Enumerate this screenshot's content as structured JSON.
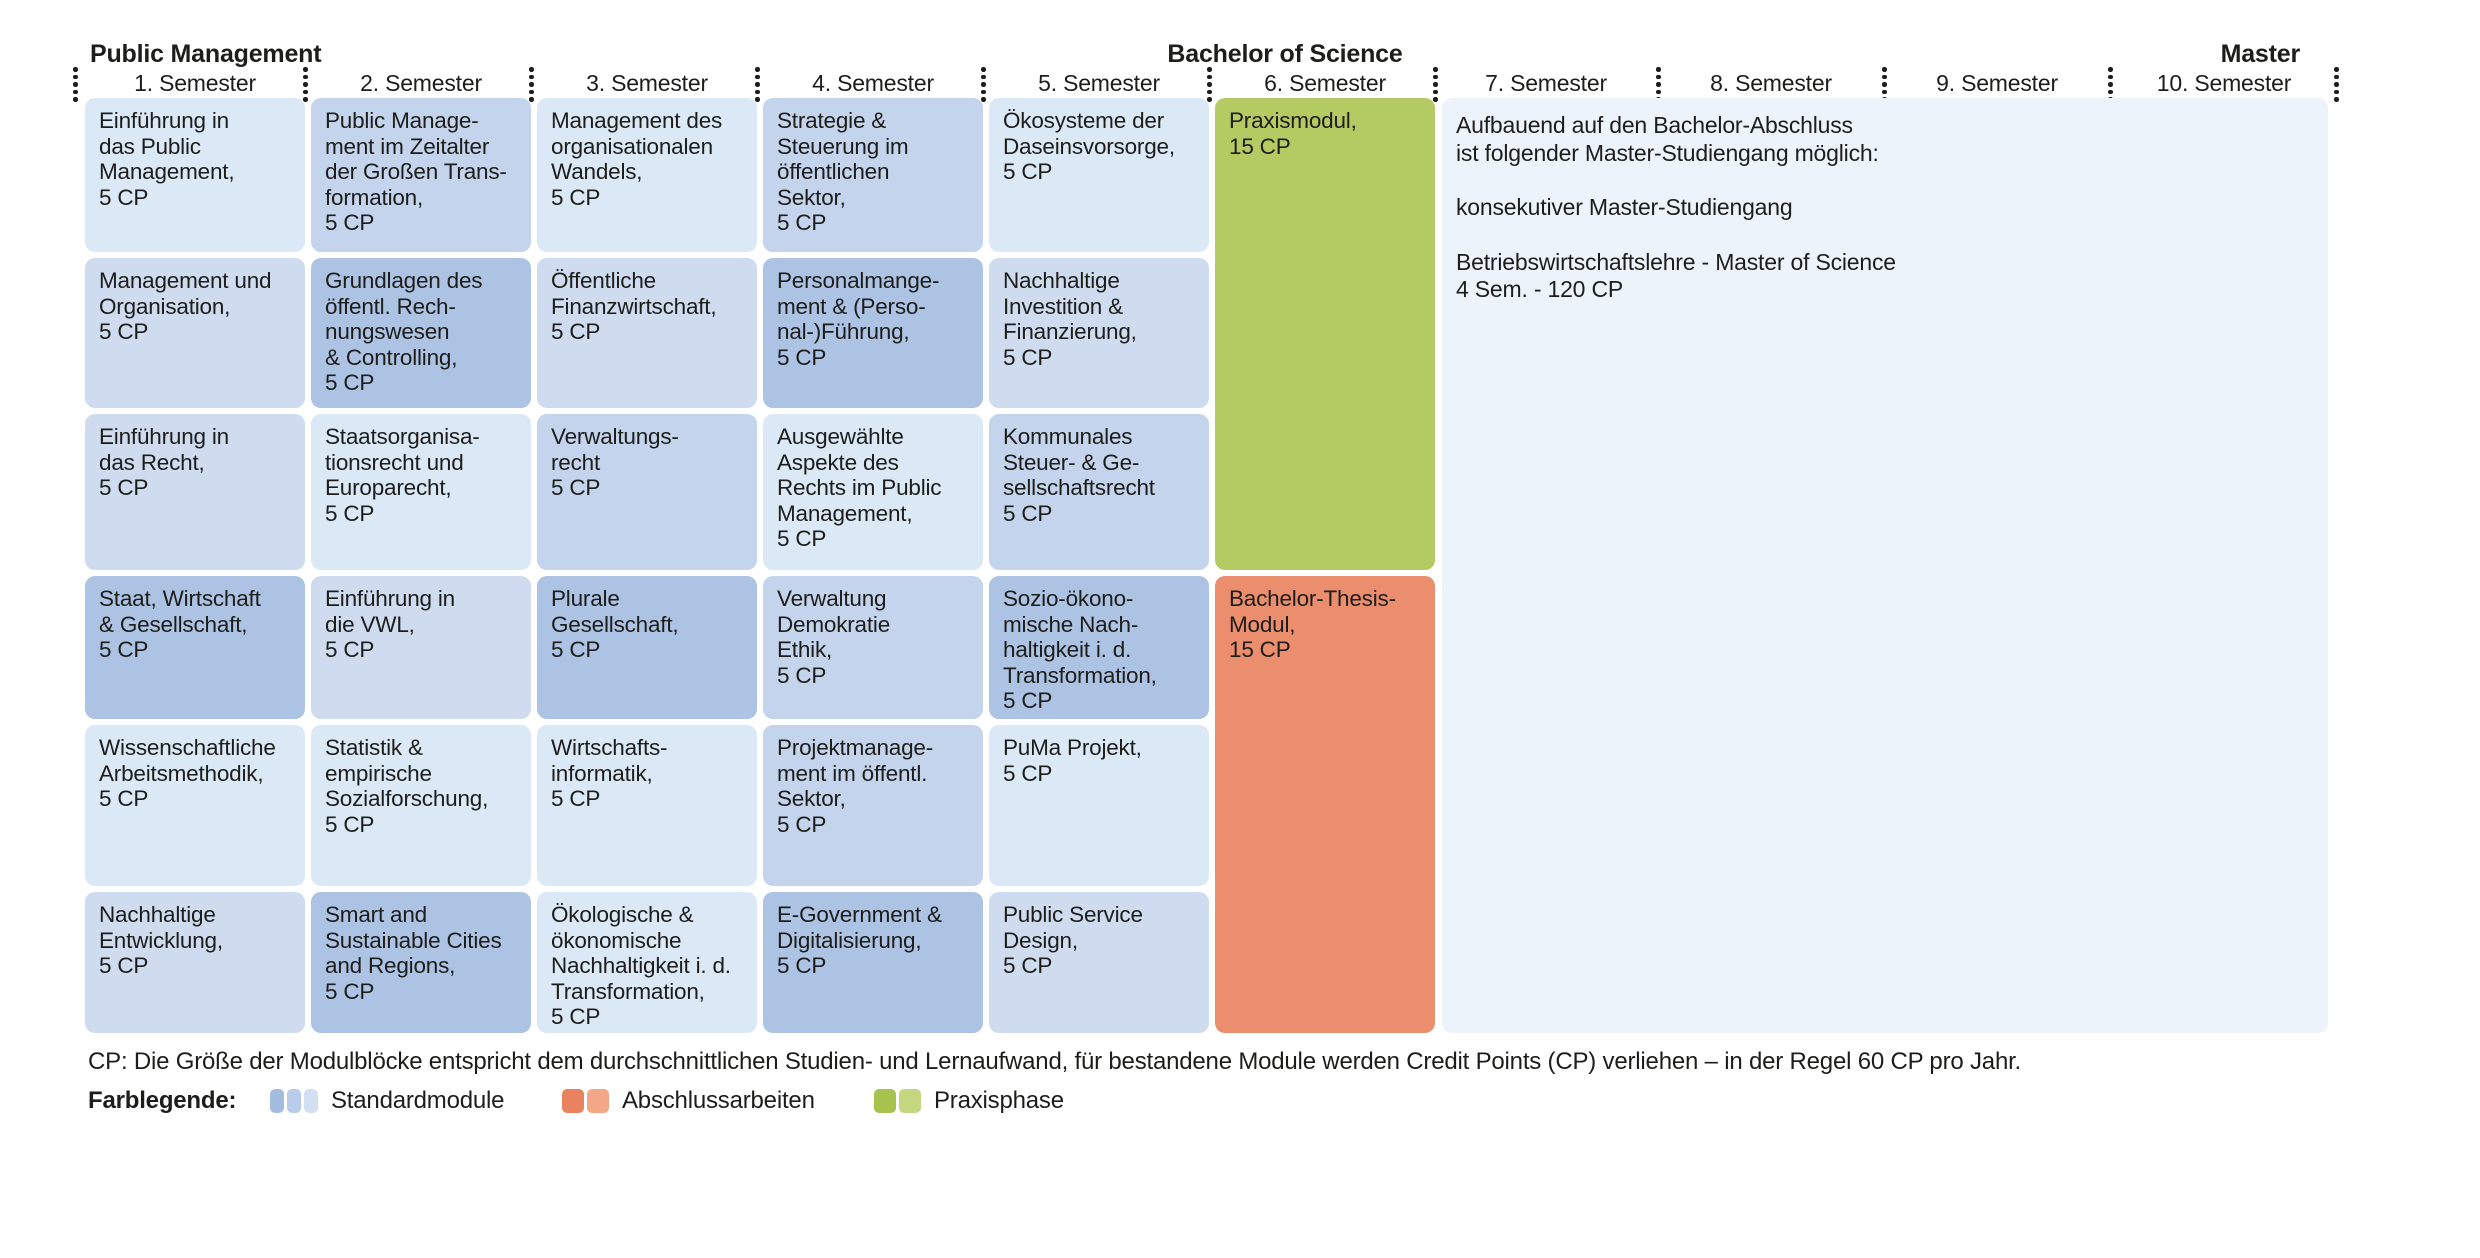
{
  "titles": {
    "left": "Public Management",
    "center": "Bachelor of Science",
    "right": "Master"
  },
  "semesters": [
    "1. Semester",
    "2. Semester",
    "3. Semester",
    "4. Semester",
    "5. Semester",
    "6. Semester",
    "7. Semester",
    "8. Semester",
    "9. Semester",
    "10. Semester"
  ],
  "colors": {
    "blue_lightest": "#dbe9f6",
    "blue_light": "#cfdcf0",
    "blue_mid": "#c3d4ec",
    "blue_dark": "#adc3e3",
    "green": "#b4ca62",
    "salmon": "#eb8e6e",
    "panel": "#edf3fa",
    "text": "#1d1d1b"
  },
  "modules": [
    {
      "col": 1,
      "row": 1,
      "shade": "blue_lightest",
      "text": "Einführung in\ndas Public\nManagement,\n5 CP"
    },
    {
      "col": 2,
      "row": 1,
      "shade": "blue_mid",
      "text": "Public Manage-\nment im Zeitalter\nder Großen Trans-\nformation,\n5 CP"
    },
    {
      "col": 3,
      "row": 1,
      "shade": "blue_lightest",
      "text": "Management des\norganisationalen\nWandels,\n5 CP"
    },
    {
      "col": 4,
      "row": 1,
      "shade": "blue_mid",
      "text": "Strategie &\nSteuerung im\nöffentlichen\nSektor,\n5 CP"
    },
    {
      "col": 5,
      "row": 1,
      "shade": "blue_lightest",
      "text": "Ökosysteme der\nDaseinsvorsorge,\n5 CP"
    },
    {
      "col": 1,
      "row": 2,
      "shade": "blue_light",
      "text": "Management und\nOrganisation,\n5 CP"
    },
    {
      "col": 2,
      "row": 2,
      "shade": "blue_dark",
      "text": "Grundlagen des\nöffentl. Rech-\nnungswesen\n& Controlling,\n5 CP"
    },
    {
      "col": 3,
      "row": 2,
      "shade": "blue_light",
      "text": "Öffentliche\nFinanzwirtschaft,\n5 CP"
    },
    {
      "col": 4,
      "row": 2,
      "shade": "blue_dark",
      "text": "Personalmange-\nment & (Perso-\nnal-)Führung,\n5 CP"
    },
    {
      "col": 5,
      "row": 2,
      "shade": "blue_light",
      "text": "Nachhaltige\nInvestition &\nFinanzierung,\n5 CP"
    },
    {
      "col": 1,
      "row": 3,
      "shade": "blue_light",
      "text": "Einführung in\ndas Recht,\n5 CP"
    },
    {
      "col": 2,
      "row": 3,
      "shade": "blue_lightest",
      "text": "Staatsorganisa-\ntionsrecht und\nEuroparecht,\n5 CP"
    },
    {
      "col": 3,
      "row": 3,
      "shade": "blue_mid",
      "text": "Verwaltungs-\nrecht\n5 CP"
    },
    {
      "col": 4,
      "row": 3,
      "shade": "blue_lightest",
      "text": "Ausgewählte\nAspekte des\nRechts im Public\nManagement,\n5 CP"
    },
    {
      "col": 5,
      "row": 3,
      "shade": "blue_mid",
      "text": "Kommunales\nSteuer- & Ge-\nsellschaftsrecht\n5 CP"
    },
    {
      "col": 1,
      "row": 4,
      "shade": "blue_dark",
      "text": "Staat, Wirtschaft\n& Gesellschaft,\n5 CP"
    },
    {
      "col": 2,
      "row": 4,
      "shade": "blue_light",
      "text": "Einführung in\ndie VWL,\n5 CP"
    },
    {
      "col": 3,
      "row": 4,
      "shade": "blue_dark",
      "text": "Plurale\nGesellschaft,\n5 CP"
    },
    {
      "col": 4,
      "row": 4,
      "shade": "blue_mid",
      "text": "Verwaltung\nDemokratie\nEthik,\n5 CP"
    },
    {
      "col": 5,
      "row": 4,
      "shade": "blue_dark",
      "text": "Sozio-ökono-\nmische Nach-\nhaltigkeit i. d.\nTransformation,\n5 CP"
    },
    {
      "col": 1,
      "row": 5,
      "shade": "blue_lightest",
      "text": "Wissenschaftliche\nArbeitsmethodik,\n5 CP"
    },
    {
      "col": 2,
      "row": 5,
      "shade": "blue_lightest",
      "text": "Statistik &\nempirische\nSozialforschung,\n5 CP"
    },
    {
      "col": 3,
      "row": 5,
      "shade": "blue_lightest",
      "text": "Wirtschafts-\ninformatik,\n5 CP"
    },
    {
      "col": 4,
      "row": 5,
      "shade": "blue_mid",
      "text": "Projektmanage-\nment im öffentl.\nSektor,\n5 CP"
    },
    {
      "col": 5,
      "row": 5,
      "shade": "blue_lightest",
      "text": "PuMa Projekt,\n5 CP"
    },
    {
      "col": 1,
      "row": 6,
      "shade": "blue_light",
      "text": "Nachhaltige\nEntwicklung,\n5 CP"
    },
    {
      "col": 2,
      "row": 6,
      "shade": "blue_dark",
      "text": "Smart and\nSustainable Cities\nand Regions,\n5 CP"
    },
    {
      "col": 3,
      "row": 6,
      "shade": "blue_lightest",
      "text": "Ökologische &\nökonomische\nNachhaltigkeit i. d.\nTransformation,\n5 CP"
    },
    {
      "col": 4,
      "row": 6,
      "shade": "blue_dark",
      "text": "E-Government &\nDigitalisierung,\n5 CP"
    },
    {
      "col": 5,
      "row": 6,
      "shade": "blue_light",
      "text": "Public Service\nDesign,\n5 CP"
    }
  ],
  "special_modules": [
    {
      "id": "praxismodul",
      "shade": "green",
      "text": "Praxismodul,\n15 CP"
    },
    {
      "id": "bachelor-thesis-modul",
      "shade": "salmon",
      "text": "Bachelor-Thesis-\nModul,\n15 CP"
    }
  ],
  "master_panel": {
    "paragraphs": [
      "Aufbauend auf den Bachelor-Abschluss\nist folgender Master-Studiengang möglich:",
      "konsekutiver Master-Studiengang",
      "Betriebswirtschaftslehre - Master of Science\n4 Sem. - 120 CP"
    ]
  },
  "footer": {
    "cp_note": "CP: Die Größe der Modulblöcke entspricht dem durchschnittlichen Studien- und Lernaufwand, für bestandene Module werden Credit Points (CP) verliehen – in der Regel 60 CP pro Jahr.",
    "legend_title": "Farblegende:",
    "legend": [
      {
        "label": "Standardmodule",
        "swatches": [
          "#a3bce0",
          "#b9cce9",
          "#d3e0f2"
        ]
      },
      {
        "label": "Abschlussarbeiten",
        "swatches": [
          "#e8825f",
          "#f2a886"
        ]
      },
      {
        "label": "Praxisphase",
        "swatches": [
          "#a8c24e",
          "#c5d681"
        ]
      }
    ]
  }
}
